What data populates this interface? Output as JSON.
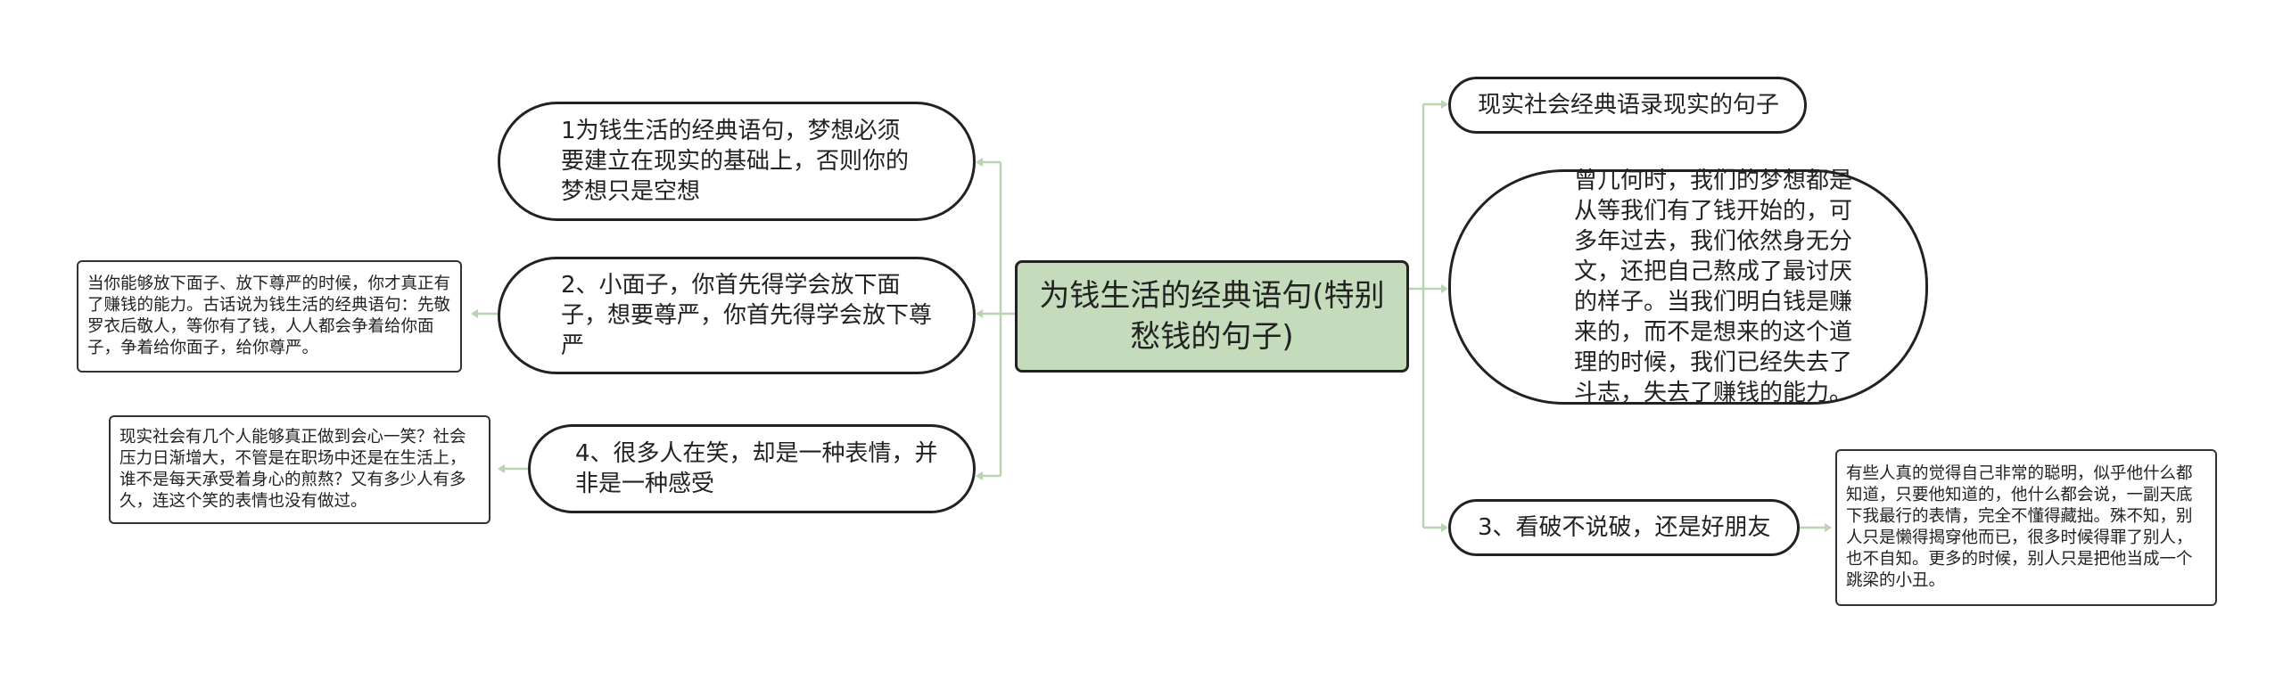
{
  "root": {
    "title": "为钱生活的经典语句(特别愁钱的句子)"
  },
  "left_branches": [
    {
      "text": "1为钱生活的经典语句，梦想必须要建立在现实的基础上，否则你的梦想只是空想"
    },
    {
      "text": "2、小面子，你首先得学会放下面子，想要尊严，你首先得学会放下尊严",
      "note": "当你能够放下面子、放下尊严的时候，你才真正有了赚钱的能力。古话说为钱生活的经典语句：先敬罗衣后敬人，等你有了钱，人人都会争着给你面子，争着给你面子，给你尊严。"
    },
    {
      "text": "4、很多人在笑，却是一种表情，并非是一种感受",
      "note": "现实社会有几个人能够真正做到会心一笑？社会压力日渐增大，不管是在职场中还是在生活上，谁不是每天承受着身心的煎熬？又有多少人有多久，连这个笑的表情也没有做过。"
    }
  ],
  "right_branches": [
    {
      "text": "现实社会经典语录现实的句子"
    },
    {
      "text": "曾几何时，我们的梦想都是从等我们有了钱开始的，可多年过去，我们依然身无分文，还把自己熬成了最讨厌的样子。当我们明白钱是赚来的，而不是想来的这个道理的时候，我们已经失去了斗志，失去了赚钱的能力。"
    },
    {
      "text": "3、看破不说破，还是好朋友",
      "note": "有些人真的觉得自己非常的聪明，似乎他什么都知道，只要他知道的，他什么都会说，一副天底下我最行的表情，完全不懂得藏拙。殊不知，别人只是懒得揭穿他而已，很多时候得罪了别人，也不自知。更多的时候，别人只是把他当成一个跳梁的小丑。"
    }
  ],
  "colors": {
    "connector": "#b9d4b0",
    "root_fill": "#c5dcbc",
    "border": "#222222"
  }
}
